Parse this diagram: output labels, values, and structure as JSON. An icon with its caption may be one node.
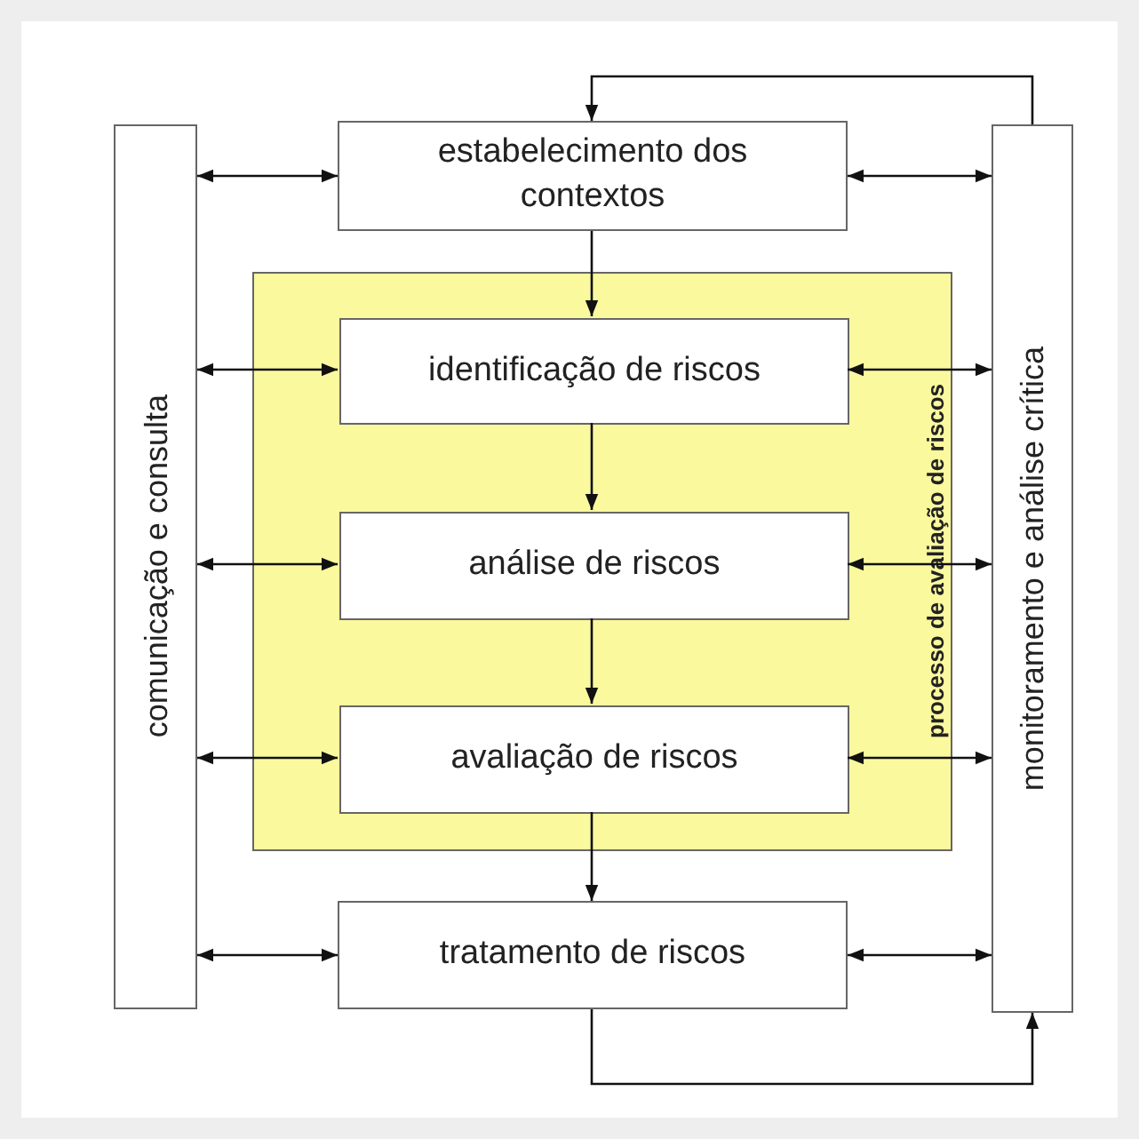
{
  "diagram": {
    "nodes": [
      {
        "text": [
          "comunicação e consulta"
        ]
      },
      {
        "text": [
          "estabelecimento dos contextos"
        ]
      },
      {
        "text": [
          "processo de avaliação de riscos"
        ]
      },
      {
        "text": [
          "identificação de riscos"
        ],
        "in": 2
      },
      {
        "text": [
          "análise de riscos"
        ],
        "in": 2
      },
      {
        "text": [
          "avaliação de riscos"
        ],
        "in": 2
      },
      {
        "text": [
          "tratamento de riscos"
        ]
      },
      {
        "text": [
          "monitoramento e análise crítica"
        ]
      }
    ],
    "edges": [
      {
        "from": 0,
        "to": 1,
        "arrow": "both"
      },
      {
        "from": 0,
        "to": 3,
        "arrow": "both"
      },
      {
        "from": 0,
        "to": 4,
        "arrow": "both"
      },
      {
        "from": 0,
        "to": 5,
        "arrow": "both"
      },
      {
        "from": 0,
        "to": 6,
        "arrow": "both"
      },
      {
        "from": 1,
        "to": 7,
        "arrow": "both"
      },
      {
        "from": 3,
        "to": 7,
        "arrow": "both"
      },
      {
        "from": 4,
        "to": 7,
        "arrow": "both"
      },
      {
        "from": 5,
        "to": 7,
        "arrow": "both"
      },
      {
        "from": 6,
        "to": 7,
        "arrow": "both"
      },
      {
        "from": 1,
        "to": 3,
        "arrow": "to"
      },
      {
        "from": 3,
        "to": 4,
        "arrow": "to"
      },
      {
        "from": 4,
        "to": 5,
        "arrow": "to"
      },
      {
        "from": 5,
        "to": 6,
        "arrow": "to"
      },
      {
        "from": 7,
        "to": 1,
        "arrow": "to"
      },
      {
        "from": 6,
        "to": 7,
        "arrow": "to"
      }
    ]
  }
}
